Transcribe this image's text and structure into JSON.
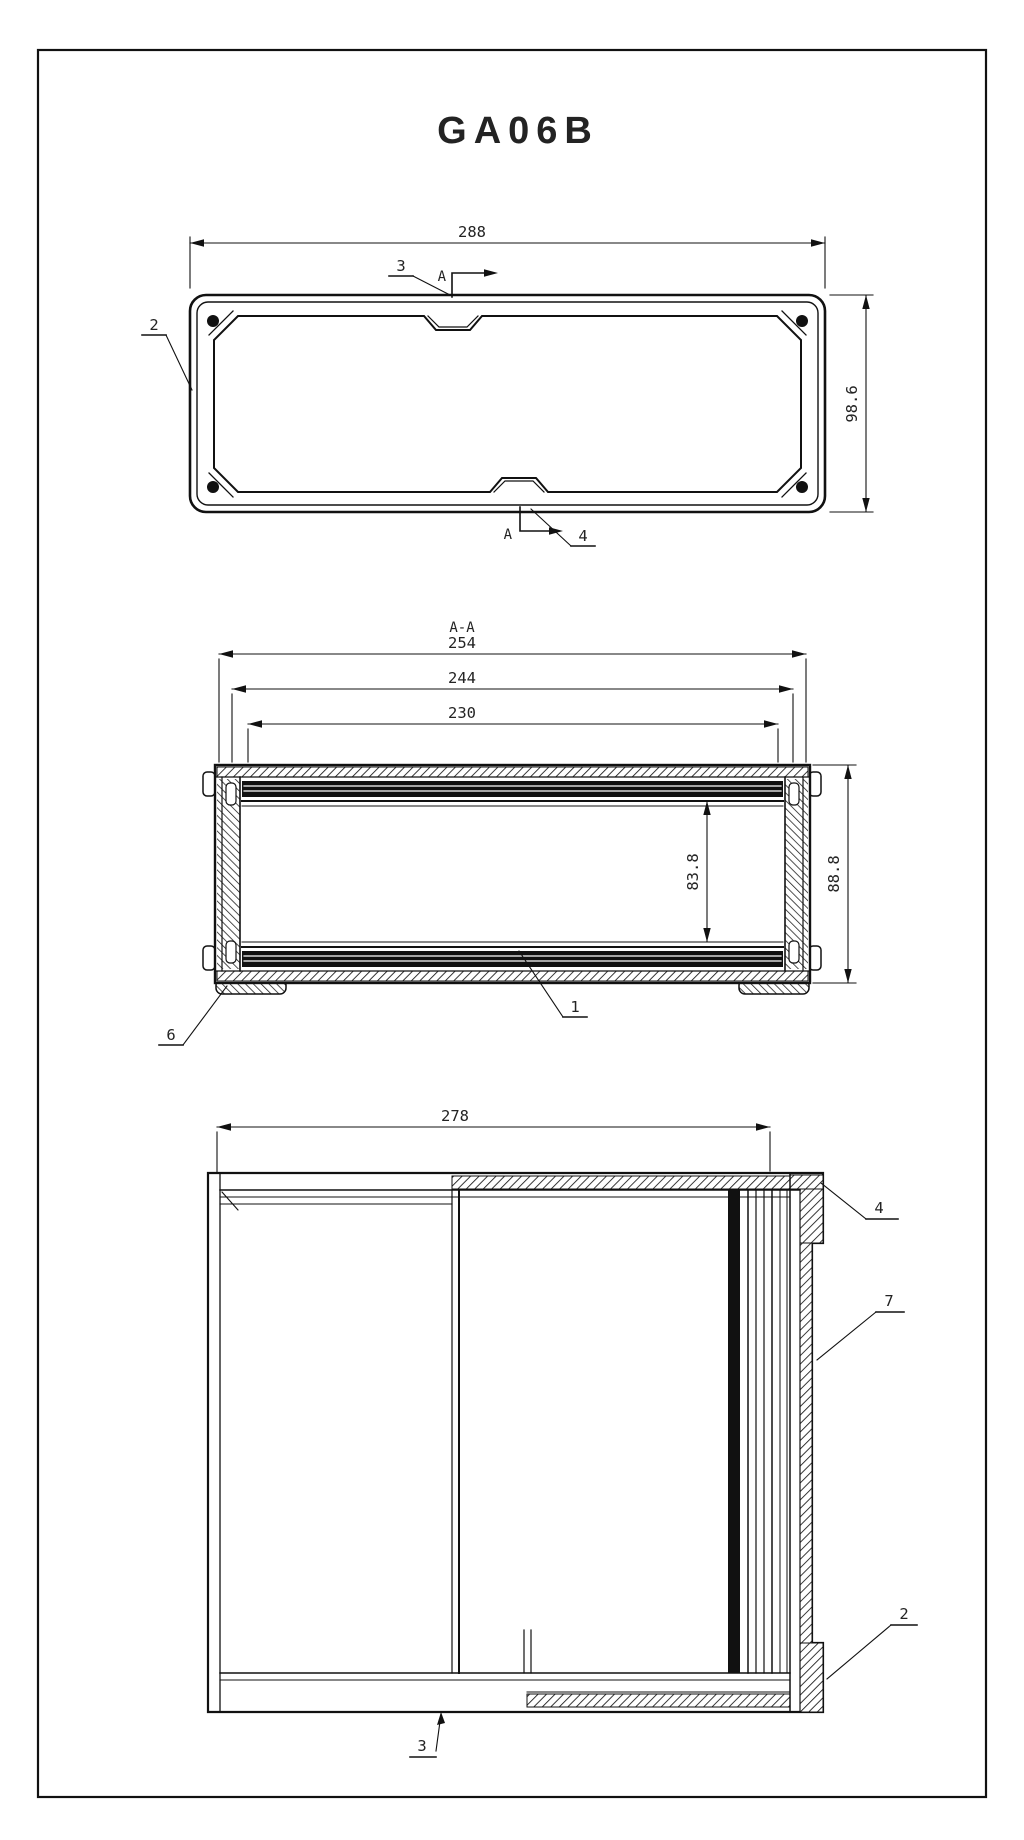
{
  "title": {
    "text": "GA06B",
    "color": "#e8100c"
  },
  "top_view": {
    "dim_width": "288",
    "dim_height": "98.6",
    "label_2": "2",
    "label_3": "3",
    "label_4": "4",
    "marker_a_top": "A",
    "marker_a_bottom": "A"
  },
  "section_view": {
    "section_title": "A-A",
    "dim_outer_width": "254",
    "dim_mid_width": "244",
    "dim_inner_width": "230",
    "dim_inner_height": "83.8",
    "dim_outer_height": "88.8",
    "label_1": "1",
    "label_6": "6"
  },
  "side_view": {
    "dim_width": "278",
    "label_2": "2",
    "label_3": "3",
    "label_4": "4",
    "label_7": "7"
  }
}
